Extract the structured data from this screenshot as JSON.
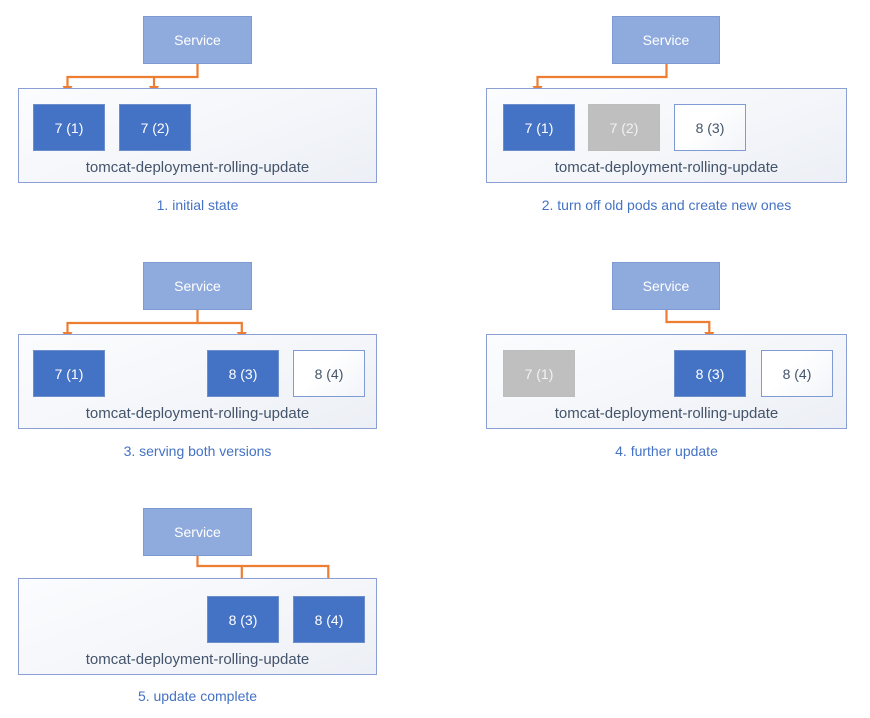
{
  "colors": {
    "service_fill": "#8FAADC",
    "service_border": "#7D9BD2",
    "pod_active_fill": "#4472C4",
    "pod_active_border": "#6E8ECB",
    "pod_inactive_fill": "#BFBFBF",
    "pod_inactive_border": "#BDBDBD",
    "pod_inactive_text": "#F2F2F2",
    "pod_new_border": "#7E9BD3",
    "pod_new_text": "#44546A",
    "deployment_border": "#8A9FD4",
    "deployment_label_text": "#44546A",
    "caption_text": "#4472C4",
    "arrow": "#ED7D31",
    "background": "#FFFFFF"
  },
  "panels": [
    {
      "caption": "1. initial state",
      "service_label": "Service",
      "deployment_label": "tomcat-deployment-rolling-update",
      "pods": [
        {
          "label": "7 (1)",
          "state": "active"
        },
        {
          "label": "7 (2)",
          "state": "active"
        }
      ]
    },
    {
      "caption": "2. turn off old pods and create new ones",
      "service_label": "Service",
      "deployment_label": "tomcat-deployment-rolling-update",
      "pods": [
        {
          "label": "7 (1)",
          "state": "active"
        },
        {
          "label": "7 (2)",
          "state": "inactive"
        },
        {
          "label": "8 (3)",
          "state": "new"
        }
      ]
    },
    {
      "caption": "3. serving both versions",
      "service_label": "Service",
      "deployment_label": "tomcat-deployment-rolling-update",
      "pods": [
        {
          "label": "7 (1)",
          "state": "active"
        },
        {
          "label": "8 (3)",
          "state": "active"
        },
        {
          "label": "8 (4)",
          "state": "new"
        }
      ]
    },
    {
      "caption": "4. further update",
      "service_label": "Service",
      "deployment_label": "tomcat-deployment-rolling-update",
      "pods": [
        {
          "label": "7 (1)",
          "state": "inactive"
        },
        {
          "label": "8 (3)",
          "state": "active"
        },
        {
          "label": "8 (4)",
          "state": "new"
        }
      ]
    },
    {
      "caption": "5. update complete",
      "service_label": "Service",
      "deployment_label": "tomcat-deployment-rolling-update",
      "pods": [
        {
          "label": "8 (3)",
          "state": "active"
        },
        {
          "label": "8 (4)",
          "state": "active"
        }
      ]
    }
  ]
}
